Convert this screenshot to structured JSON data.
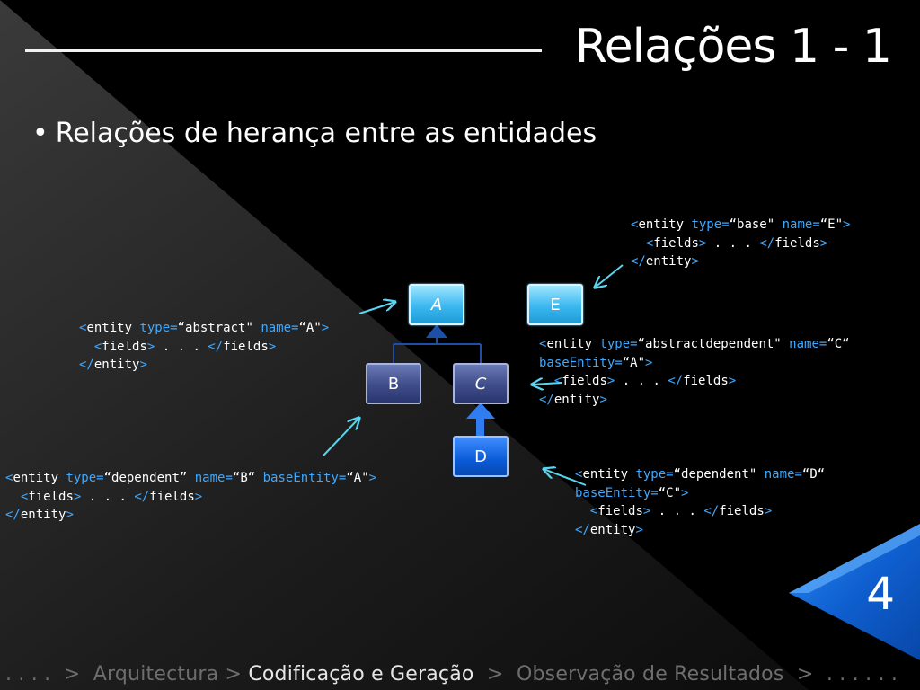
{
  "slide": {
    "title": "Relações 1 - 1",
    "bullet": "Relações de herança entre as entidades",
    "page_number": "4"
  },
  "footer": {
    "lead_dots": ". . . .",
    "sep1": ">",
    "item1": "Arquitectura",
    "sep2": ">",
    "item2": "Codificação e Geração",
    "sep3": ">",
    "item3": "Observação  de Resultados",
    "sep4": ">",
    "trail_dots": ". . . . . ."
  },
  "diagram": {
    "boxes": {
      "a": "A",
      "e": "E",
      "b": "B",
      "c": "C",
      "d": "D"
    }
  },
  "code_e": {
    "l1_open": "<",
    "l1_entity": "entity",
    "l1_type_kw": " type=",
    "l1_type_val": "“base\"",
    "l1_name_kw": " name=",
    "l1_name_val": "“E\"",
    "l1_close": ">",
    "l2_indent": "  ",
    "l2_open": "<",
    "l2_fields": "fields",
    "l2_close": ">",
    "l2_dots": " . . . ",
    "l2_end_open": "</",
    "l2_end_fields": "fields",
    "l2_end_close": ">",
    "l3_end_open": "</",
    "l3_entity": "entity",
    "l3_close": ">"
  },
  "code_a": {
    "l1_open": "<",
    "l1_entity": "entity",
    "l1_type_kw": " type=",
    "l1_type_val": "“abstract\"",
    "l1_name_kw": " name=",
    "l1_name_val": "“A\"",
    "l1_close": ">",
    "l2_indent": "  ",
    "l2_open": "<",
    "l2_fields": "fields",
    "l2_close": ">",
    "l2_dots": " . . . ",
    "l2_end_open": "</",
    "l2_end_fields": "fields",
    "l2_end_close": ">",
    "l3_end_open": "</",
    "l3_entity": "entity",
    "l3_close": ">"
  },
  "code_c": {
    "l1_open": "<",
    "l1_entity": "entity",
    "l1_type_kw": " type=",
    "l1_type_val": "“abstractdependent\"",
    "l1_name_kw": " name=",
    "l1_name_val": "“C“",
    "l2_base_kw": "baseEntity=",
    "l2_base_val": "“A\"",
    "l2_close": ">",
    "l3_indent": "  ",
    "l3_open": "<",
    "l3_fields": "fields",
    "l3_close": ">",
    "l3_dots": " . . . ",
    "l3_end_open": "</",
    "l3_end_fields": "fields",
    "l3_end_close": ">",
    "l4_end_open": "</",
    "l4_entity": "entity",
    "l4_close": ">"
  },
  "code_b": {
    "l1_open": "<",
    "l1_entity": "entity",
    "l1_type_kw": " type=",
    "l1_type_val": "“dependent”",
    "l1_name_kw": " name=",
    "l1_name_val": "“B“",
    "l1_base_kw": " baseEntity=",
    "l1_base_val": "“A\"",
    "l1_close": ">",
    "l2_indent": "  ",
    "l2_open": "<",
    "l2_fields": "fields",
    "l2_close": ">",
    "l2_dots": " . . . ",
    "l2_end_open": "</",
    "l2_end_fields": "fields",
    "l2_end_close": ">",
    "l3_end_open": "</",
    "l3_entity": "entity",
    "l3_close": ">"
  },
  "code_d": {
    "l1_open": "<",
    "l1_entity": "entity",
    "l1_type_kw": " type=",
    "l1_type_val": "“dependent\"",
    "l1_name_kw": " name=",
    "l1_name_val": "“D“",
    "l2_base_kw": "baseEntity=",
    "l2_base_val": "“C\"",
    "l2_close": ">",
    "l3_indent": "  ",
    "l3_open": "<",
    "l3_fields": "fields",
    "l3_close": ">",
    "l3_dots": " . . . ",
    "l3_end_open": "</",
    "l3_end_fields": "fields",
    "l3_end_close": ">",
    "l4_end_open": "</",
    "l4_entity": "entity",
    "l4_close": ">"
  },
  "colors": {
    "keyword": "#3fa9ff",
    "accent_triangle": "#1e7fe0",
    "text": "#ffffff"
  }
}
